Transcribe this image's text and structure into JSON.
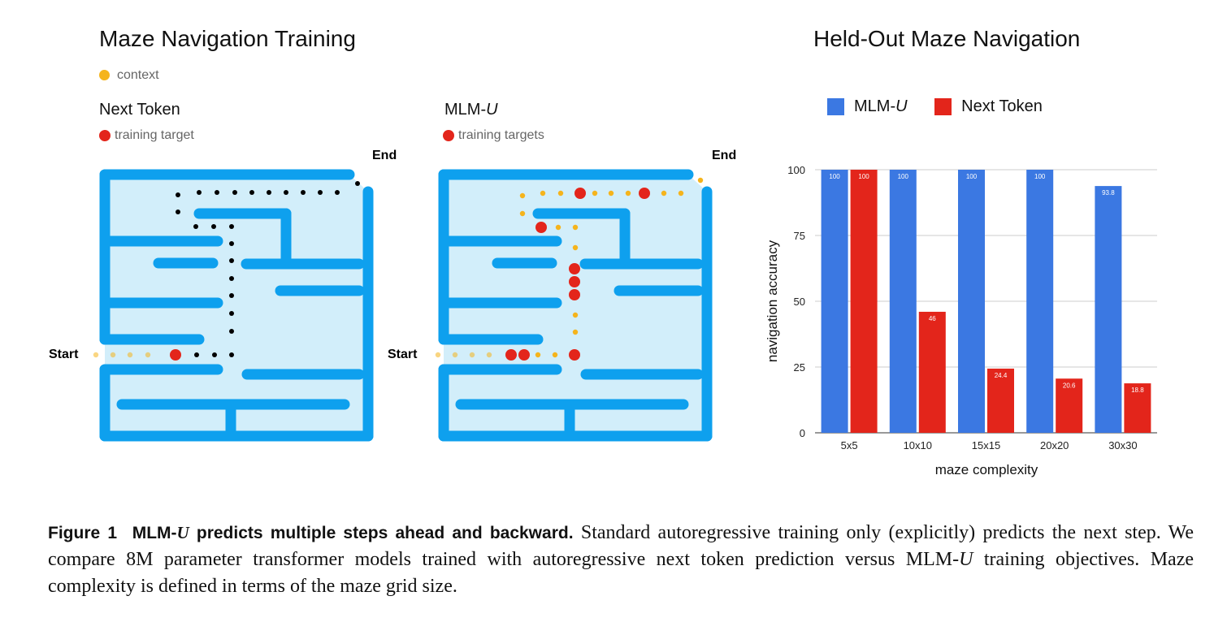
{
  "left": {
    "title": "Maze Navigation Training",
    "context_legend": "context",
    "colors": {
      "wall": "#0ea0ee",
      "floor": "#d2eefa",
      "context_dot": "#f5b41c",
      "path_dot": "#000000",
      "target_dot": "#e3251b"
    },
    "next_token": {
      "title": "Next Token",
      "legend": "training target",
      "start_label": "Start",
      "end_label": "End"
    },
    "mlm_u": {
      "title_prefix": "MLM-",
      "title_italic": "U",
      "legend": "training targets",
      "start_label": "Start",
      "end_label": "End"
    }
  },
  "chart_data": {
    "type": "bar",
    "title": "Held-Out Maze Navigation",
    "xlabel": "maze complexity",
    "ylabel": "navigation accuracy",
    "categories": [
      "5x5",
      "10x10",
      "15x15",
      "20x20",
      "30x30"
    ],
    "ylim": [
      0,
      100
    ],
    "yticks": [
      "0",
      "25",
      "50",
      "75",
      "100"
    ],
    "grid": true,
    "legend_position": "top",
    "series": [
      {
        "name_prefix": "MLM-",
        "name_italic": "U",
        "color": "#3b78e2",
        "values": [
          100,
          100,
          100,
          100,
          93.8
        ],
        "labels": [
          "100",
          "100",
          "100",
          "100",
          "93.8"
        ]
      },
      {
        "name": "Next Token",
        "color": "#e3251b",
        "values": [
          100,
          46,
          24.4,
          20.6,
          18.8
        ],
        "labels": [
          "100",
          "46",
          "24.4",
          "20.6",
          "18.8"
        ]
      }
    ]
  },
  "caption": {
    "figure_label": "Figure 1",
    "lead_prefix": "MLM-",
    "lead_symbol": "U",
    "lead_rest": " predicts multiple steps ahead and backward.",
    "text_1": " Standard autoregressive training only (explicitly) predicts the next step. We compare 8M parameter transformer models trained with autoregressive next token prediction versus MLM-",
    "text_symbol": "U",
    "text_2": " training objectives. Maze complexity is defined in terms of the maze grid size."
  }
}
